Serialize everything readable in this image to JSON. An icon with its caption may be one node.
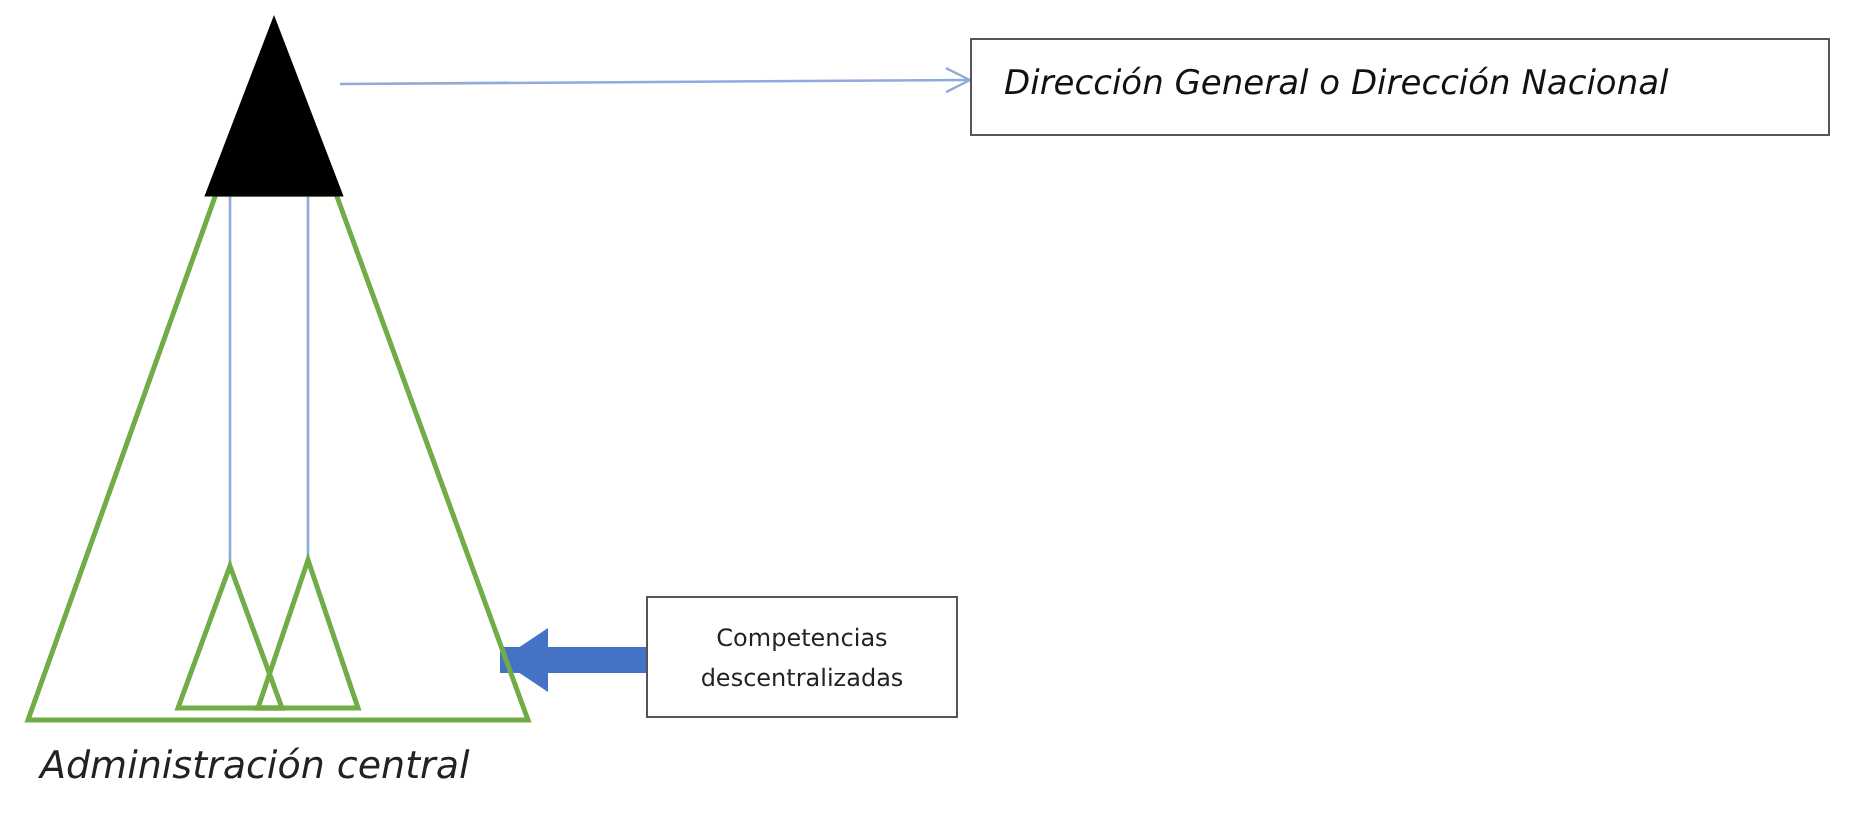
{
  "diagram": {
    "nodes": [
      {
        "text": [
          "Administración central"
        ]
      },
      {
        "text": [],
        "shape": "triangle"
      },
      {
        "text": [],
        "shape": "triangle",
        "in": 0
      },
      {
        "text": [],
        "shape": "triangle",
        "in": 0
      },
      {
        "text": [
          "Dirección General o Dirección Nacional"
        ]
      },
      {
        "text": [
          "Competencias descentralizadas"
        ]
      }
    ],
    "edges": [
      {
        "from": 1,
        "to": 4,
        "arrow": "to"
      },
      {
        "from": 1,
        "to": 2,
        "arrow": "none"
      },
      {
        "from": 1,
        "to": 3,
        "arrow": "none"
      },
      {
        "from": 5,
        "to": 0,
        "arrow": "to",
        "style": "thick",
        "color": "#4472c4"
      }
    ]
  }
}
